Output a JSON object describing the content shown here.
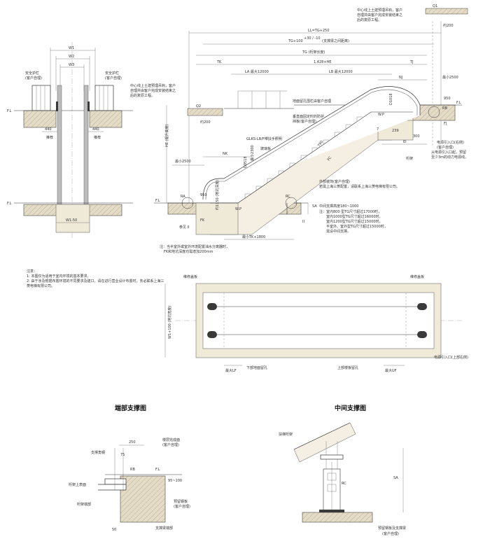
{
  "top_left_section": {
    "dims": [
      "W1",
      "W2",
      "W3"
    ],
    "left_label": [
      "安全护栏",
      "(客户自理)"
    ],
    "right_label": [
      "安全护栏",
      "(客户自理)"
    ],
    "dim_440_left": "440",
    "dim_440_right": "440",
    "recommend_left": "推荐",
    "recommend_right": "推荐",
    "fl_top": "F.L",
    "fl_bottom": "F.L",
    "bottom_dim": "W1-50"
  },
  "elevation": {
    "dim_ll": "LL=TG+250",
    "dim_tg100": "TG+100",
    "dim_tg100_tol": "+30 / -10",
    "dim_tg100_note": "(支撑梁之间距离)",
    "dim_tg": "TG (桁架长度)",
    "dim_1428": "1.428×HE",
    "dim_tk": "TK",
    "dim_tj": "TJ",
    "dim_la": "LA 最大12000",
    "dim_lb": "LB 最大12000",
    "dim_nj": "NJ",
    "dim_min2500_top": "最小2500",
    "dim_min2500_left": "最小2500",
    "dim_nk": "NK",
    "dim_950_top": "950",
    "dim_950_bottom": "950",
    "dim_fj": "FJ",
    "dim_fk": "FK",
    "dim_ei": "EI",
    "dim_239": "239",
    "dim_300": "300",
    "dim_7": "7",
    "dim_790": "790",
    "dim_fc": "FC",
    "dim_q1": "Q1",
    "dim_q2": "Q2",
    "dim_200_top": "约200",
    "dim_200_left": "约200",
    "dim_min2300": "最小2300",
    "dim_d1018": "D1018",
    "dim_d0518": "D0518",
    "dim_he": "HE (提升高度)",
    "dim_min_tk1800": "最小TK+1800",
    "dim_fk_range": "约1150 (地坑深度)",
    "label_ra": "RA",
    "label_rb": "RB",
    "label_rc": "RC",
    "label_sa": "SA",
    "label_wp_top": "W.P",
    "label_wp_bottom": "W.P",
    "label_fl_left": "F.L",
    "label_fl_right": "F.L",
    "label_ii": "II",
    "label_ref": "参见 II",
    "note_hole_top": [
      "中心线上土建预埋吊钩，客户",
      "自理并由客户完成安装结束之",
      "后的复原工程。"
    ],
    "note_hole_mid": [
      "中心线上土建预埋吊钩，客户",
      "自理并由客户完成安装结束之",
      "后的复原工程。"
    ],
    "note_floor_opening": "地面留孔围栏由客户自理",
    "note_vertical_guard": [
      "垂直面固定时的防护",
      "挡板(客户自理)"
    ],
    "note_handrail": "GLKS-LB/F带扶手照明",
    "note_glass": "玻璃板",
    "note_truss": "桁架",
    "note_power_right": [
      "电源引入口(右侧)",
      "(客户自理)",
      "从电源引入口起，预留",
      "至少3m的动力电源线。"
    ],
    "note_cladding": [
      "外部装饰(客户自理)",
      "若需上海三菱配置，请联系上海三菱电梯有限公司。"
    ],
    "note_mid_support": [
      "中间支撑高度180~1000",
      "注：室内800 型TG尺寸超过17000时，",
      "室内1000型TG尺寸超过16000时，",
      "室内1200型TG尺寸超过15000时，",
      "半室外、室外型TG尺寸超过15000时，",
      "需设中间支撑。"
    ],
    "note_outdoor": [
      "注：当半室外或室外环境配置油水分离器时，",
      "FK和地坑深度均需增加200mm"
    ]
  },
  "notes": {
    "title": "注意：",
    "items": [
      "1: 本图仅为适用于室内环境的基本要求。",
      "2: 由于涉及根据布置环境的不同要求及建口，请在进行营业设计布置时，务必联系上海三菱电梯有限公司。"
    ]
  },
  "plan": {
    "label_cover_left": "维修盖板",
    "label_cover_right": "维修盖板",
    "label_lower_opening": "下部地面留孔",
    "label_upper_opening": "上部楼板留孔",
    "label_width": "W1+100 (地坑宽度)",
    "label_lf": "最大LF",
    "label_uf": "最大UF",
    "label_power": "电源引入口(上部右侧)"
  },
  "end_support": {
    "title": "端部支撑图",
    "dim_250": "250",
    "dim_75": "75",
    "dim_rb": "RB",
    "dim_95": "95~100",
    "dim_50": "50",
    "label_fl": "F.L",
    "label_angle": "支撑角钢",
    "label_truss_top": "桁架上表面",
    "label_truss_end": "桁架端部",
    "label_floor": [
      "楼层完成面",
      "(客户自理)"
    ],
    "label_embed": [
      "预留钢板",
      "(客户自理)"
    ],
    "label_beam": "支撑梁端部"
  },
  "mid_support": {
    "title": "中间支撑图",
    "label_truss": "扶梯桁架",
    "label_rc": "RC",
    "label_sa": "SA",
    "label_embed": [
      "预留钢板及支撑梁",
      "(客户自理)"
    ]
  }
}
